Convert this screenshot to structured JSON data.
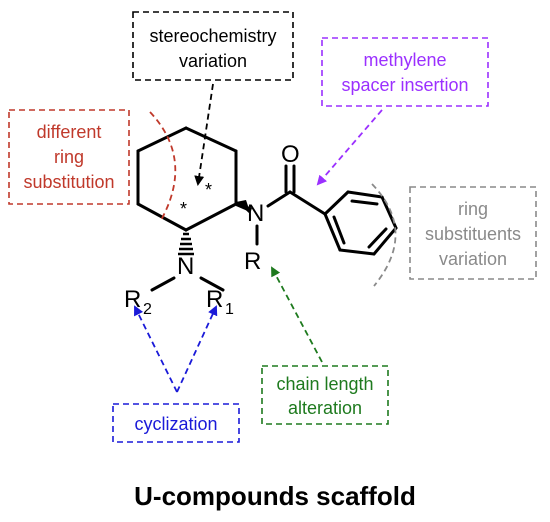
{
  "title": "U-compounds scaffold",
  "colors": {
    "stereo": "#000000",
    "methylene": "#9b30ff",
    "ring_sub": "#c0392b",
    "ring_subst": "#8a8a8a",
    "cyclization": "#1a1ad8",
    "chain": "#1e7a1e"
  },
  "annotations": {
    "stereo": [
      "stereochemistry",
      "variation"
    ],
    "methylene": [
      "methylene",
      "spacer insertion"
    ],
    "ring_sub": [
      "different",
      "ring",
      "substitution"
    ],
    "ring_subst": [
      "ring",
      "substituents",
      "variation"
    ],
    "cyclization": [
      "cyclization"
    ],
    "chain": [
      "chain length",
      "alteration"
    ]
  },
  "atoms": {
    "oxygen": "O",
    "amide_n": "N",
    "amine_n": "N",
    "r": "R",
    "r2": "R",
    "r2_sub": "2",
    "r1": "R",
    "r1_sub": "1",
    "stereo_mark": "*"
  }
}
